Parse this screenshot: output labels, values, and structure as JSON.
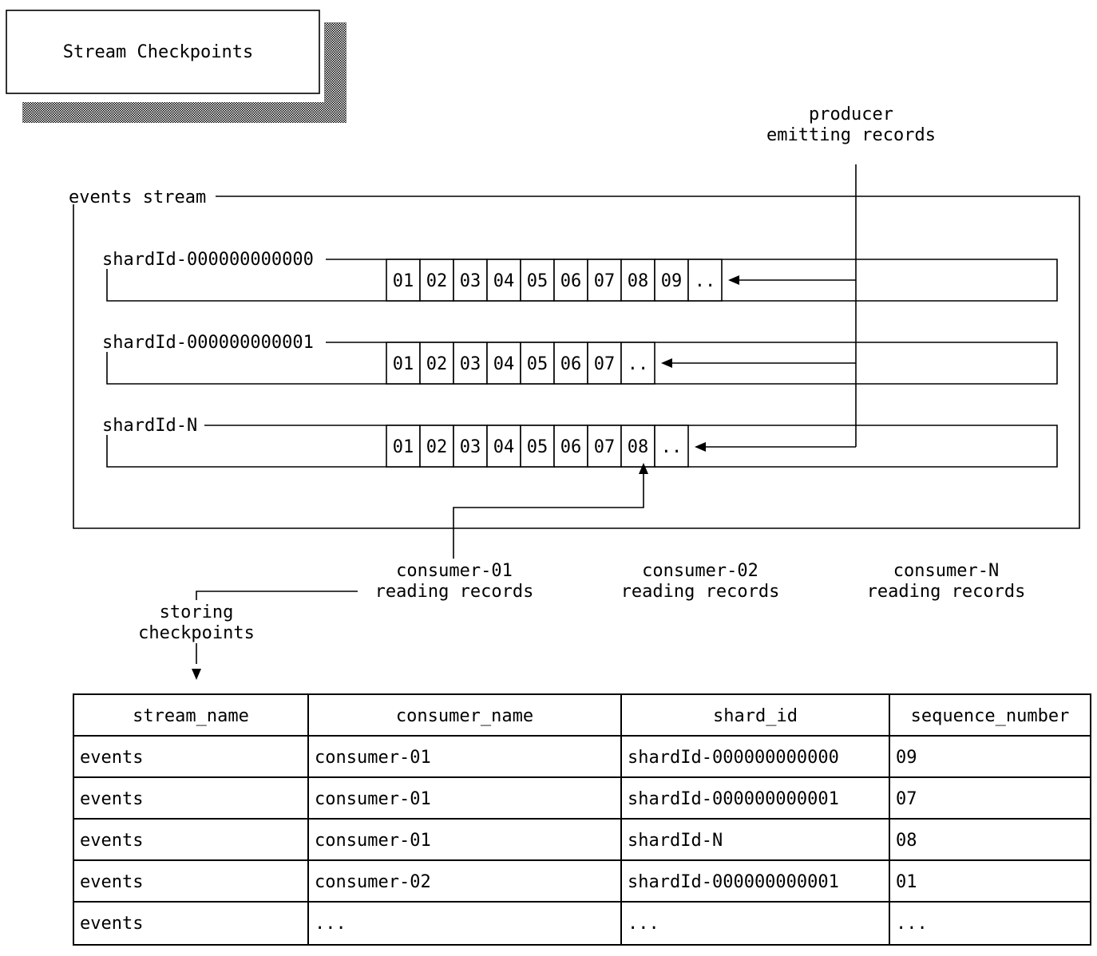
{
  "title": "Stream Checkpoints",
  "producer": {
    "line1": "producer",
    "line2": "emitting records"
  },
  "stream": {
    "label": "events stream"
  },
  "shards": [
    {
      "label": "shardId-000000000000",
      "cells": [
        "01",
        "02",
        "03",
        "04",
        "05",
        "06",
        "07",
        "08",
        "09",
        ".."
      ]
    },
    {
      "label": "shardId-000000000001",
      "cells": [
        "01",
        "02",
        "03",
        "04",
        "05",
        "06",
        "07",
        ".."
      ]
    },
    {
      "label": "shardId-N",
      "cells": [
        "01",
        "02",
        "03",
        "04",
        "05",
        "06",
        "07",
        "08",
        ".."
      ]
    }
  ],
  "consumers": [
    {
      "line1": "consumer-01",
      "line2": "reading records"
    },
    {
      "line1": "consumer-02",
      "line2": "reading records"
    },
    {
      "line1": "consumer-N",
      "line2": "reading records"
    }
  ],
  "storing": {
    "line1": "storing",
    "line2": "checkpoints"
  },
  "table": {
    "headers": [
      "stream_name",
      "consumer_name",
      "shard_id",
      "sequence_number"
    ],
    "rows": [
      [
        "events",
        "consumer-01",
        "shardId-000000000000",
        "09"
      ],
      [
        "events",
        "consumer-01",
        "shardId-000000000001",
        "07"
      ],
      [
        "events",
        "consumer-01",
        "shardId-N",
        "08"
      ],
      [
        "events",
        "consumer-02",
        "shardId-000000000001",
        "01"
      ],
      [
        "events",
        "...",
        "...",
        "..."
      ]
    ]
  }
}
